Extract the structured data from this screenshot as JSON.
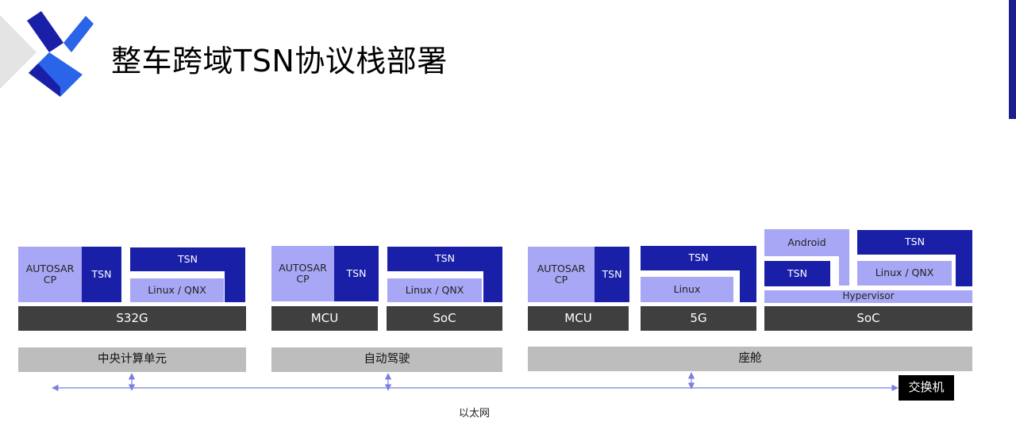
{
  "page": {
    "title": "整车跨域TSN协议栈部署"
  },
  "colors": {
    "light": "#a7a7f5",
    "dark": "#1a1fa8",
    "chip": "#3f3f3f",
    "domain": "#bdbdbd",
    "line": "#7b7fe0"
  },
  "groups": {
    "central": {
      "domain": "中央计算单元",
      "chip": "S32G",
      "autosar": "AUTOSAR\nCP",
      "tsn_left": "TSN",
      "tsn_right": "TSN",
      "os": "Linux / QNX"
    },
    "adas": {
      "domain": "自动驾驶",
      "mcu_chip": "MCU",
      "soc_chip": "SoC",
      "autosar": "AUTOSAR\nCP",
      "tsn_left": "TSN",
      "tsn_right": "TSN",
      "os": "Linux / QNX"
    },
    "cockpit": {
      "domain": "座舱",
      "mcu_chip": "MCU",
      "g5_chip": "5G",
      "soc_chip": "SoC",
      "autosar": "AUTOSAR\nCP",
      "tsn_mcu": "TSN",
      "tsn_5g": "TSN",
      "linux": "Linux",
      "android": "Android",
      "tsn_android": "TSN",
      "tsn_soc": "TSN",
      "os": "Linux / QNX",
      "hypervisor": "Hypervisor"
    }
  },
  "network": {
    "label": "以太网",
    "switch": "交换机"
  }
}
